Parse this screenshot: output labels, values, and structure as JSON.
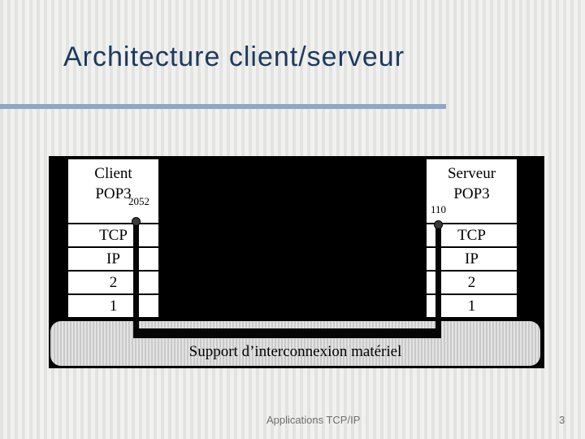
{
  "title": "Architecture client/serveur",
  "diagram": {
    "client": {
      "name_line1": "Client",
      "name_line2": "POP3",
      "port": "2052",
      "layers": [
        "TCP",
        "IP",
        "2",
        "1"
      ]
    },
    "server": {
      "name_line1": "Serveur",
      "name_line2": "POP3",
      "port": "110",
      "layers": [
        "TCP",
        "IP",
        "2",
        "1"
      ]
    },
    "support": "Support d’interconnexion matériel"
  },
  "footer": {
    "label": "Applications TCP/IP",
    "page": "3"
  },
  "colors": {
    "title": "#1b3a5e",
    "divider": "#8da7c4",
    "footer": "#6f6f6f"
  }
}
